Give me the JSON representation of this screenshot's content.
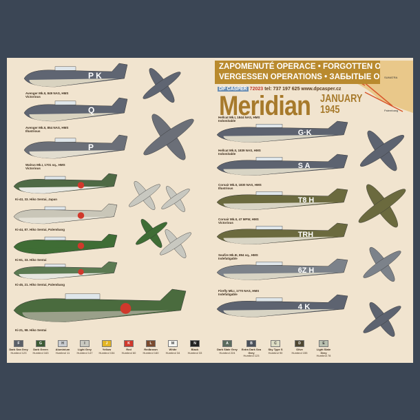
{
  "header": {
    "line1": "ZAPOMENUTÉ OPERACE • FORGOTTEN OPERATIONS",
    "line2": "VERGESSEN OPERATIONS • ЗАБЫТЫЕ ОПЕРАЦИИ",
    "brand": "DP CASPER",
    "code": "72023",
    "contact": "tel: 737 197 625  www.dpcasper.cz",
    "title": "Meridian",
    "date1": "JANUARY",
    "date2": "1945"
  },
  "map": {
    "labels": [
      "SUMATRA",
      "Palembang"
    ]
  },
  "left_profiles": [
    {
      "caption": "Avenger Mk.II, 849 NAS, HMS Victorious",
      "top": "#5f6572",
      "bottom": "#d9d3c0",
      "code": "P  K"
    },
    {
      "caption": "Avenger Mk.II, 854 NAS, HMS Illustrious",
      "top": "#5f6572",
      "bottom": "#d9d3c0",
      "code": "Q"
    },
    {
      "caption": "Walrus Mk.I, 1701 sq., HMS Victorious",
      "top": "#6b6f78",
      "bottom": "#e2ddcf",
      "code": "P"
    },
    {
      "caption": "Ki-43, 33. Hiko Sentai, Japan",
      "top": "#4f6a45",
      "bottom": "#e8e8e2",
      "code": ""
    },
    {
      "caption": "Ki-44, 87. Hiko Sentai, Palembang",
      "top": "#c9c6b8",
      "bottom": "#e4e1d6",
      "code": ""
    },
    {
      "caption": "Ki-61, 33. Hiko Sentai",
      "top": "#3f6d35",
      "bottom": "#3f6d35",
      "code": ""
    },
    {
      "caption": "Ki-45, 21. Hiko Sentai, Palembang",
      "top": "#5b7a52",
      "bottom": "#e6e6df",
      "code": ""
    },
    {
      "caption": "Ki-21, 98. Hiko Sentai",
      "top": "#4a6b3e",
      "bottom": "#9aa08a",
      "code": ""
    }
  ],
  "right_profiles": [
    {
      "caption": "Hellcat Mk.I, 1844 NAS, HMS Indomitable",
      "top": "#5d6370",
      "bottom": "#d8d4c4",
      "code": "G·K"
    },
    {
      "caption": "Hellcat Mk.II, 1839 NAS, HMS Indomitable",
      "top": "#5d6370",
      "bottom": "#d8d4c4",
      "code": "S  A"
    },
    {
      "caption": "Corsair Mk.II, 1830 NAS, HMS Illustrious",
      "top": "#6b6a3e",
      "bottom": "#d8d4c4",
      "code": "T8 H"
    },
    {
      "caption": "Corsair Mk.II, 47 MFW, HMS Victorious",
      "top": "#6b6a3e",
      "bottom": "#d8d4c4",
      "code": "TRH"
    },
    {
      "caption": "Seafire Mk.III, 894 sq., HMS Indefatigable",
      "top": "#7c828a",
      "bottom": "#d8d4c4",
      "code": "6Z  H"
    },
    {
      "caption": "Firefly Mk.I, 1770 NAS, HMS Indefatigable",
      "top": "#5d6370",
      "bottom": "#d8d4c4",
      "code": "4  K"
    }
  ],
  "colors_left": [
    {
      "letter": "F",
      "name": "Dark Sea Grey",
      "ref": "Humbrol 123",
      "color": "#5b6068"
    },
    {
      "letter": "G",
      "name": "Dark Green",
      "ref": "Humbrol 163",
      "color": "#3c5a34"
    },
    {
      "letter": "H",
      "name": "Aluminium",
      "ref": "Humbrol 11",
      "color": "#c9ccd0"
    },
    {
      "letter": "I",
      "name": "Light Grey",
      "ref": "Humbrol 147",
      "color": "#c8c8c0"
    },
    {
      "letter": "J",
      "name": "Yellow",
      "ref": "Humbrol 154",
      "color": "#e3b524"
    },
    {
      "letter": "K",
      "name": "Red",
      "ref": "Humbrol 60",
      "color": "#d0392c"
    },
    {
      "letter": "L",
      "name": "Redbrown",
      "ref": "Humbrol 160",
      "color": "#7a4a2e"
    },
    {
      "letter": "M",
      "name": "White",
      "ref": "Humbrol 34",
      "color": "#f4f4f0"
    },
    {
      "letter": "N",
      "name": "Black",
      "ref": "Humbrol 33",
      "color": "#222222"
    }
  ],
  "colors_right": [
    {
      "letter": "A",
      "name": "Dark Slate Grey",
      "ref": "Humbrol 224",
      "color": "#5a6b5e"
    },
    {
      "letter": "B",
      "name": "Extra Dark Sea Grey",
      "ref": "Humbrol 123",
      "color": "#4a505a"
    },
    {
      "letter": "C",
      "name": "Sky Type S",
      "ref": "Humbrol 90",
      "color": "#dcdcc4"
    },
    {
      "letter": "D",
      "name": "Olive",
      "ref": "Humbrol 155",
      "color": "#4e4630"
    },
    {
      "letter": "E",
      "name": "Light Slate Grey",
      "ref": "Humbrol 78",
      "color": "#b9c0b0"
    }
  ]
}
